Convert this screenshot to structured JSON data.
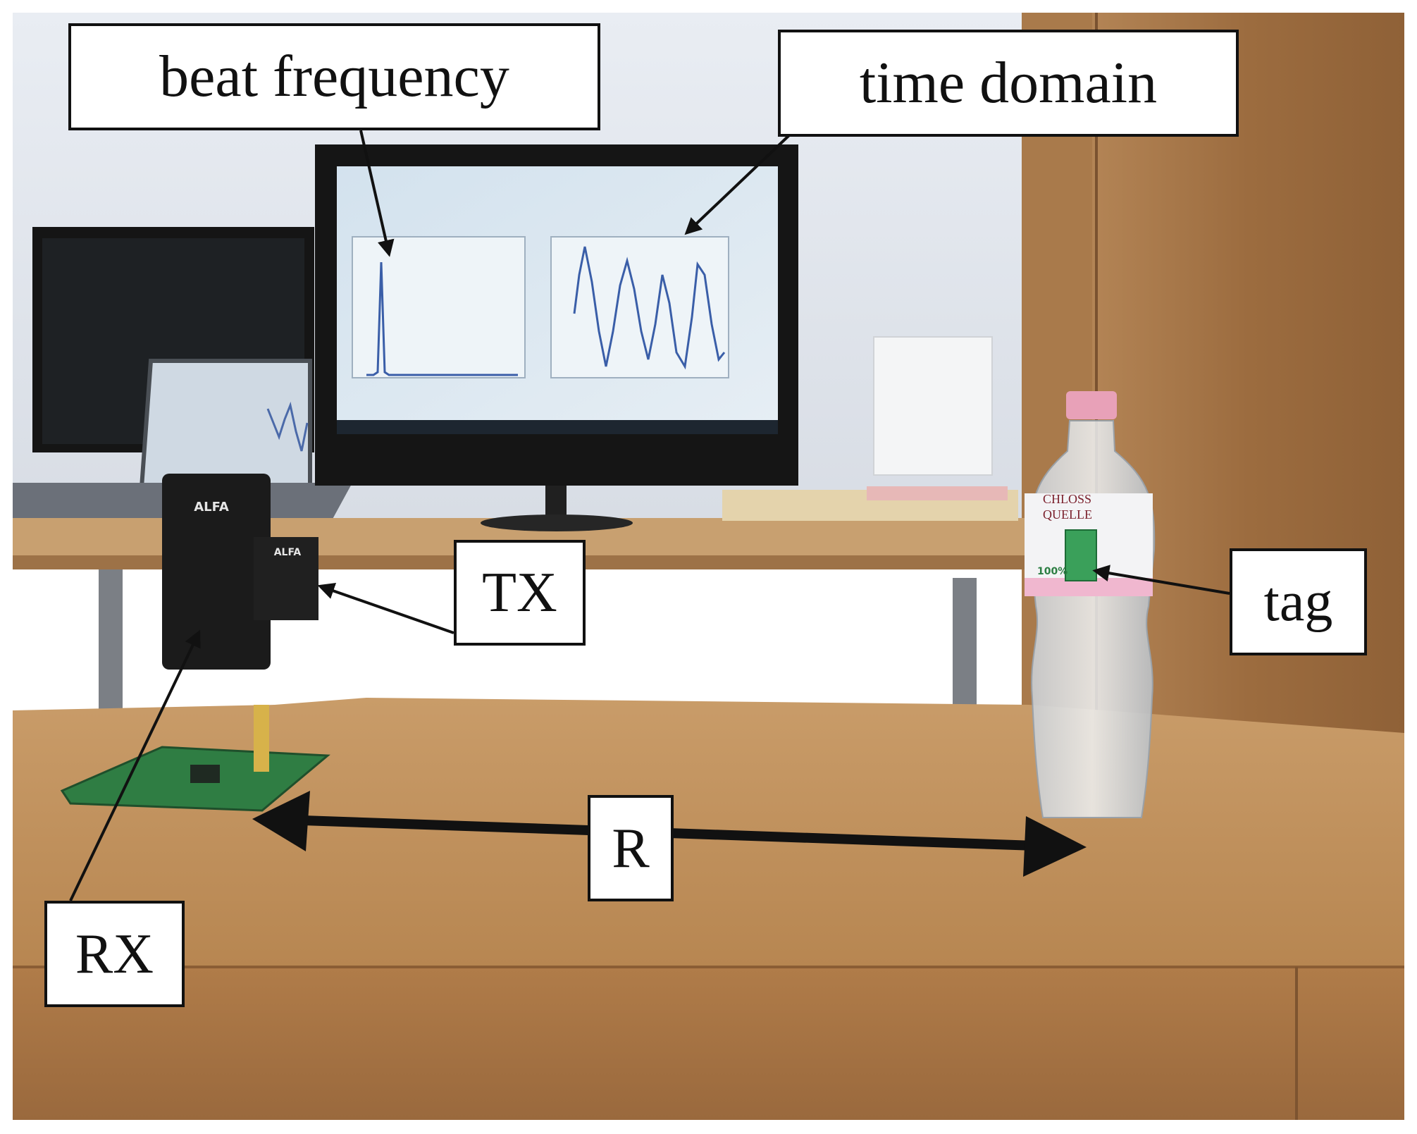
{
  "annotations": {
    "beat_frequency": "beat frequency",
    "time_domain": "time domain",
    "tx": "TX",
    "tag": "tag",
    "r": "R",
    "rx": "RX"
  },
  "device_text": {
    "alfa_front": "ALFA",
    "alfa_side": "ALFA",
    "bottle_brand_line1": "CHLOSS",
    "bottle_brand_line2": "QUELLE",
    "bottle_badge": "100%"
  },
  "colors": {
    "background": "#ffffff",
    "wall": "#dfe3ea",
    "table_wood": "#b98a58",
    "cabinet_wood": "#9f6f41",
    "monitor_frame": "#151515",
    "screen": "#dce8f1",
    "plot_line": "#3a5ea8",
    "label_border": "#111111",
    "label_text": "#111111"
  }
}
